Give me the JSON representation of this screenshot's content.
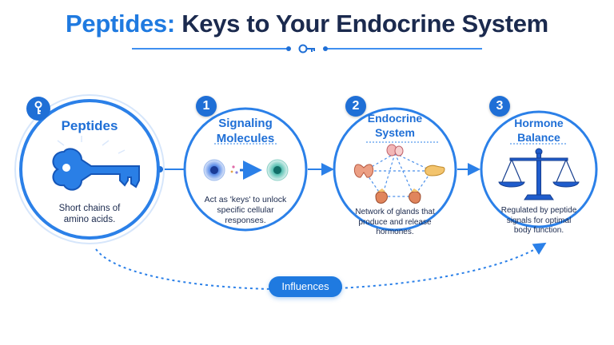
{
  "header": {
    "title_accent": "Peptides:",
    "title_rest": " Keys to Your Endocrine System"
  },
  "cards": [
    {
      "title": "Peptides",
      "description": "Short chains of amino acids."
    },
    {
      "number": "1",
      "title_line1": "Signaling",
      "title_line2": "Molecules",
      "description": "Act as 'keys' to unlock specific cellular responses."
    },
    {
      "number": "2",
      "title_line1": "Endocrine",
      "title_line2": "System",
      "description": "Network of glands that produce and release hormones."
    },
    {
      "number": "3",
      "title_line1": "Hormone",
      "title_line2": "Balance",
      "description": "Regulated by peptide signals for optimal body function."
    }
  ],
  "connector": {
    "label": "Influences"
  },
  "icons": [
    "key-icon",
    "cell-signal-icon",
    "gland-network-icon",
    "balance-scale-icon"
  ],
  "colors": {
    "accent": "#1f7ae0",
    "dark_text": "#1b2a4e",
    "ring": "#2b80e8"
  }
}
